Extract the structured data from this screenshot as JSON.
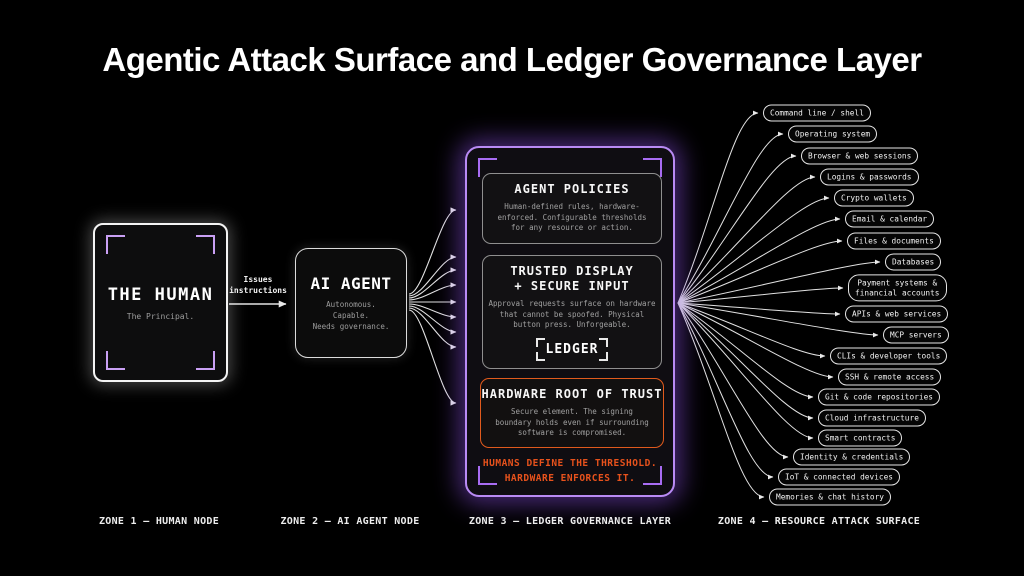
{
  "title": "Agentic Attack Surface and Ledger Governance Layer",
  "colors": {
    "background": "#000000",
    "purple_border": "#b98bf5",
    "purple_bracket": "#a86cf3",
    "orange_accent": "#e8521c",
    "wire": "#e9e9e9"
  },
  "human_node": {
    "title": "THE HUMAN",
    "subtitle": "The Principal."
  },
  "human_agent_arrow_label": "Issues\ninstructions",
  "ai_agent": {
    "title": "AI AGENT",
    "traits": "Autonomous.\nCapable.\nNeeds governance."
  },
  "ledger_layer": {
    "agent_policies": {
      "title": "AGENT POLICIES",
      "body": "Human-defined rules, hardware-\nenforced. Configurable thresholds\nfor any resource or action."
    },
    "trusted_display": {
      "title": "TRUSTED DISPLAY\n+ SECURE INPUT",
      "body": "Approval requests surface on hardware\nthat cannot be spoofed. Physical\nbutton press. Unforgeable.",
      "badge": "LEDGER"
    },
    "hardware_root": {
      "title": "HARDWARE ROOT OF TRUST",
      "body": "Secure element. The signing\nboundary holds even if surrounding\nsoftware is compromised."
    },
    "tagline": "HUMANS DEFINE THE THRESHOLD.\nHARDWARE ENFORCES IT."
  },
  "resources": [
    "Command line / shell",
    "Operating system",
    "Browser & web sessions",
    "Logins & passwords",
    "Crypto wallets",
    "Email & calendar",
    "Files & documents",
    "Databases",
    "Payment systems &\nfinancial accounts",
    "APIs & web services",
    "MCP servers",
    "CLIs & developer tools",
    "SSH & remote access",
    "Git & code repositories",
    "Cloud infrastructure",
    "Smart contracts",
    "Identity & credentials",
    "IoT & connected devices",
    "Memories & chat history"
  ],
  "zone_labels": [
    "ZONE 1 — HUMAN NODE",
    "ZONE 2 — AI AGENT NODE",
    "ZONE 3 — LEDGER GOVERNANCE LAYER",
    "ZONE 4 — RESOURCE ATTACK SURFACE"
  ]
}
